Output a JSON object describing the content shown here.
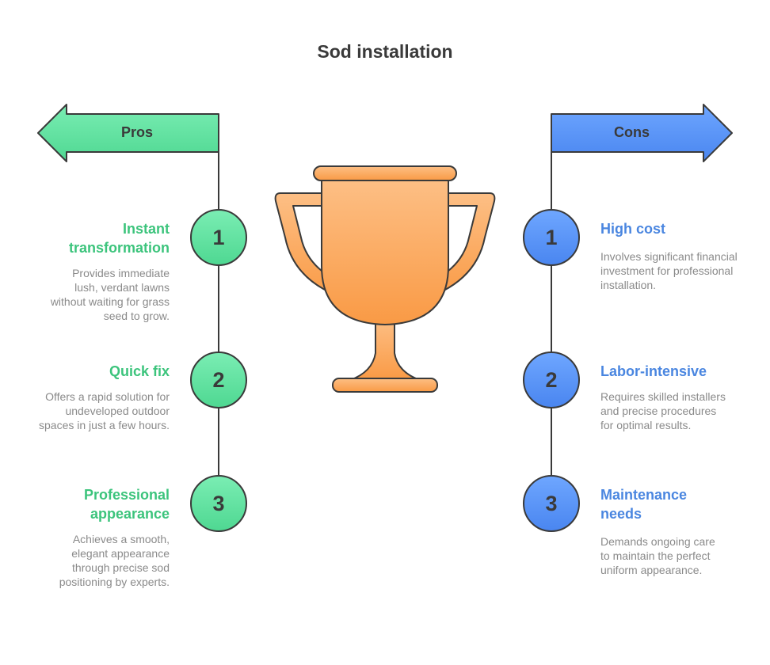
{
  "title": "Sod installation",
  "pros": {
    "label": "Pros",
    "items": [
      {
        "number": "1",
        "heading": "Instant transformation",
        "description": "Provides immediate lush, verdant lawns without waiting for grass seed to grow."
      },
      {
        "number": "2",
        "heading": "Quick fix",
        "description": "Offers a rapid solution for undeveloped outdoor spaces in just a few hours."
      },
      {
        "number": "3",
        "heading": "Professional appearance",
        "description": "Achieves a smooth, elegant appearance through precise sod positioning by experts."
      }
    ]
  },
  "cons": {
    "label": "Cons",
    "items": [
      {
        "number": "1",
        "heading": "High cost",
        "description": "Involves significant financial investment for professional installation."
      },
      {
        "number": "2",
        "heading": "Labor-intensive",
        "description": "Requires skilled installers and precise procedures for optimal results."
      },
      {
        "number": "3",
        "heading": "Maintenance needs",
        "description": "Demands ongoing care to maintain the perfect uniform appearance."
      }
    ]
  },
  "colors": {
    "pros": "#3cc47c",
    "cons": "#4a86e0",
    "trophy": "#fbb06a"
  },
  "icons": {
    "center": "trophy-icon"
  }
}
